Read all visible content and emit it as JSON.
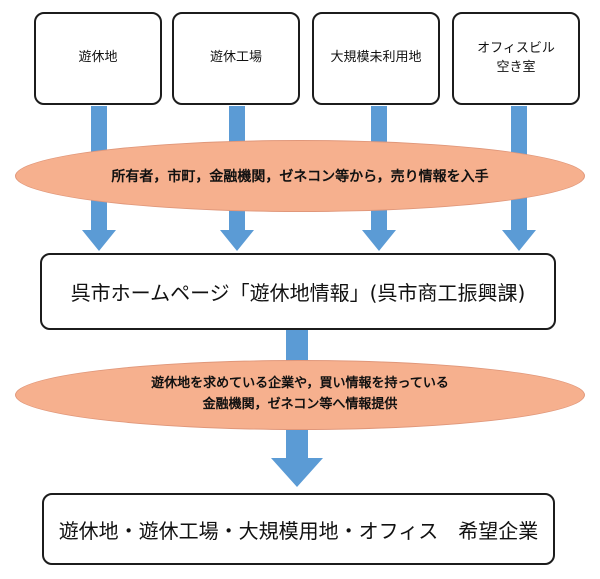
{
  "top_boxes": [
    {
      "label": "遊休地"
    },
    {
      "label": "遊休工場"
    },
    {
      "label": "大規模未利用地"
    },
    {
      "label": "オフィスビル\n空き室"
    }
  ],
  "oval_1": {
    "text": "所有者，市町，金融機関，ゼネコン等から，売り情報を入手"
  },
  "middle_box": {
    "text": "呉市ホームページ「遊休地情報」(呉市商工振興課)"
  },
  "oval_2": {
    "text": "遊休地を求めている企業や，買い情報を持っている\n金融機関，ゼネコン等へ情報提供"
  },
  "bottom_box": {
    "text": "遊休地・遊休工場・大規模用地・オフィス　希望企業"
  },
  "colors": {
    "arrow": "#5b9bd5",
    "oval_fill": "#f6b08e",
    "border": "#1c1c1c"
  }
}
